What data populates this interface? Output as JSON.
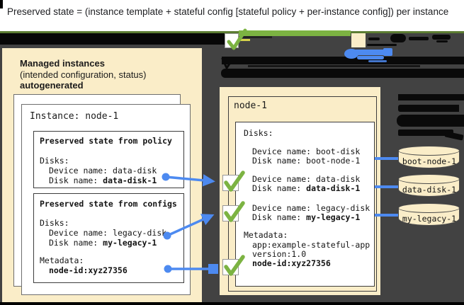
{
  "banner": {
    "text": "Preserved state = (instance template + stateful config [stateful policy + per-instance config]) per instance"
  },
  "colors": {
    "cream": "#faedc8",
    "background_gray": "#424242",
    "accent_green": "#7cb342",
    "accent_blue": "#4d8af0",
    "redaction_black": "#0a0a0a"
  },
  "left_panel": {
    "heading_line1": "Managed instances",
    "heading_line2": "(intended configuration, status)",
    "heading_line3": "autogenerated",
    "instance_title": "Instance: node-1",
    "policy_box": {
      "title": "Preserved state from policy",
      "disks_heading": "Disks:",
      "device_label": "Device name: ",
      "device_value": "data-disk",
      "disk_label": "Disk name: ",
      "disk_value": "data-disk-1"
    },
    "configs_box": {
      "title": "Preserved state from configs",
      "disks_heading": "Disks:",
      "device_label": "Device name: ",
      "device_value": "legacy-disk",
      "disk_label": "Disk name: ",
      "disk_value": "my-legacy-1",
      "metadata_heading": "Metadata:",
      "metadata_value": "node-id:xyz27356"
    }
  },
  "right_panel": {
    "title": "node-1",
    "disks_heading": "Disks:",
    "boot_device": "Device name: boot-disk",
    "boot_disk_label": "Disk name: ",
    "boot_disk_value": "boot-node-1",
    "data_device": "Device name: data-disk",
    "data_disk_label": "Disk name: ",
    "data_disk_value": "data-disk-1",
    "legacy_device": "Device name: legacy-disk",
    "legacy_disk_label": "Disk name: ",
    "legacy_disk_value": "my-legacy-1",
    "metadata_heading": "Metadata:",
    "metadata_app": "app:example-stateful-app",
    "metadata_version": "version:1.0",
    "metadata_node_id": "node-id:xyz27356"
  },
  "disks": {
    "boot": "boot-node-1",
    "data": "data-disk-1",
    "legacy": "my-legacy-1"
  }
}
